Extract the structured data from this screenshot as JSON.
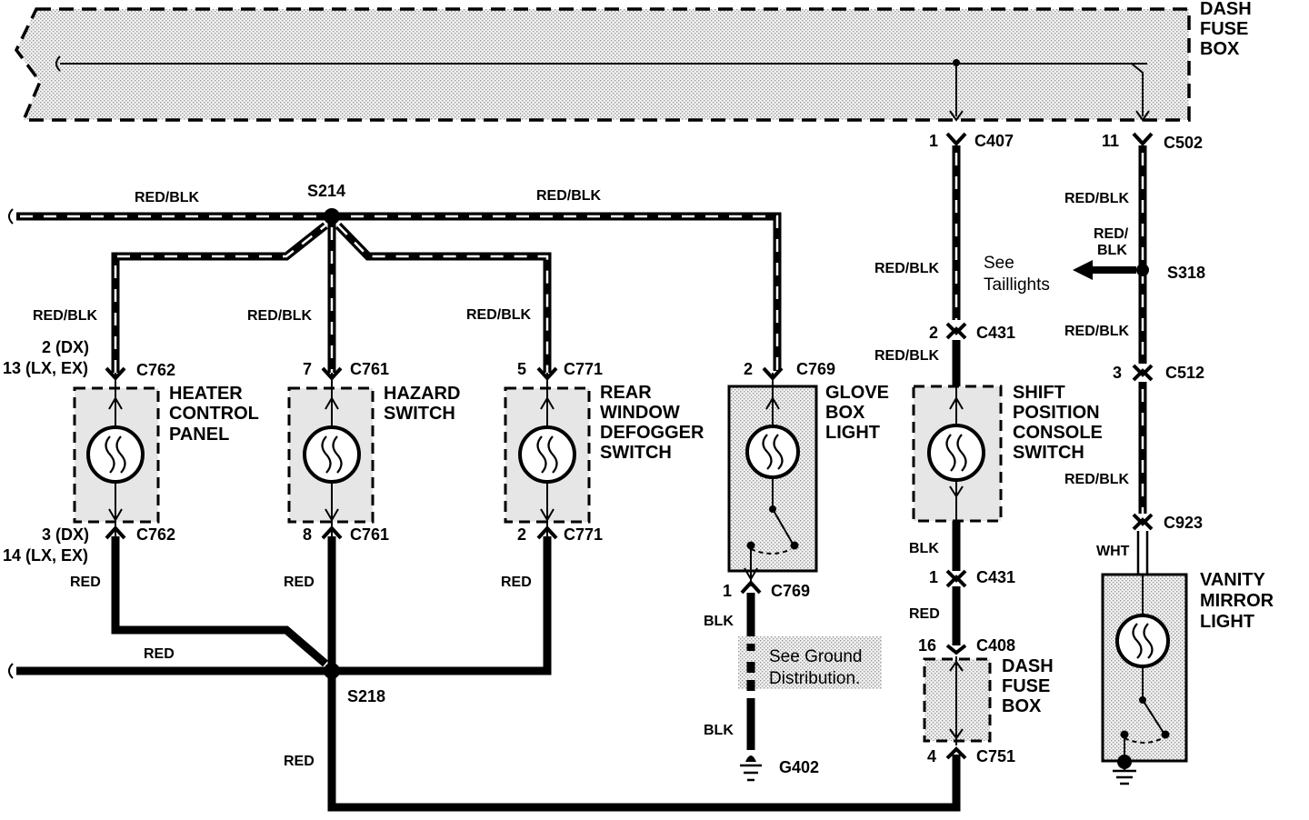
{
  "labels": {
    "dash_fuse_box_top": [
      "DASH",
      "FUSE",
      "BOX"
    ],
    "dash_fuse_box_bottom": [
      "DASH",
      "FUSE",
      "BOX"
    ],
    "splices": {
      "s214": "S214",
      "s218": "S218",
      "s318": "S318"
    },
    "ground": "G402",
    "wires": {
      "red_blk": "RED/BLK",
      "red_blk_split": [
        "RED/",
        "BLK"
      ],
      "red": "RED",
      "blk": "BLK",
      "wht": "WHT"
    },
    "connectors": {
      "c407": "C407",
      "c502": "C502",
      "c431": "C431",
      "c512": "C512",
      "c762": "C762",
      "c761": "C761",
      "c771": "C771",
      "c769": "C769",
      "c923": "C923",
      "c408": "C408",
      "c751": "C751"
    },
    "pins": {
      "c407": "1",
      "c502": "11",
      "c431_top": "2",
      "c512": "3",
      "c762_top": [
        "2 (DX)",
        "13 (LX, EX)"
      ],
      "c762_bottom": [
        "3 (DX)",
        "14 (LX, EX)"
      ],
      "c761_top": "7",
      "c761_bottom": "8",
      "c771_top": "5",
      "c771_bottom": "2",
      "c769_top": "2",
      "c769_bottom": "1",
      "c431_bottom": "1",
      "c408": "16",
      "c751": "4"
    },
    "components": {
      "heater": [
        "HEATER",
        "CONTROL",
        "PANEL"
      ],
      "hazard": [
        "HAZARD",
        "SWITCH"
      ],
      "rear": [
        "REAR",
        "WINDOW",
        "DEFOGGER",
        "SWITCH"
      ],
      "glove": [
        "GLOVE",
        "BOX",
        "LIGHT"
      ],
      "shift": [
        "SHIFT",
        "POSITION",
        "CONSOLE",
        "SWITCH"
      ],
      "vanity": [
        "VANITY",
        "MIRROR",
        "LIGHT"
      ]
    },
    "notes": {
      "taillights": [
        "See",
        "Taillights"
      ],
      "ground_dist": [
        "See Ground",
        "Distribution."
      ]
    }
  }
}
